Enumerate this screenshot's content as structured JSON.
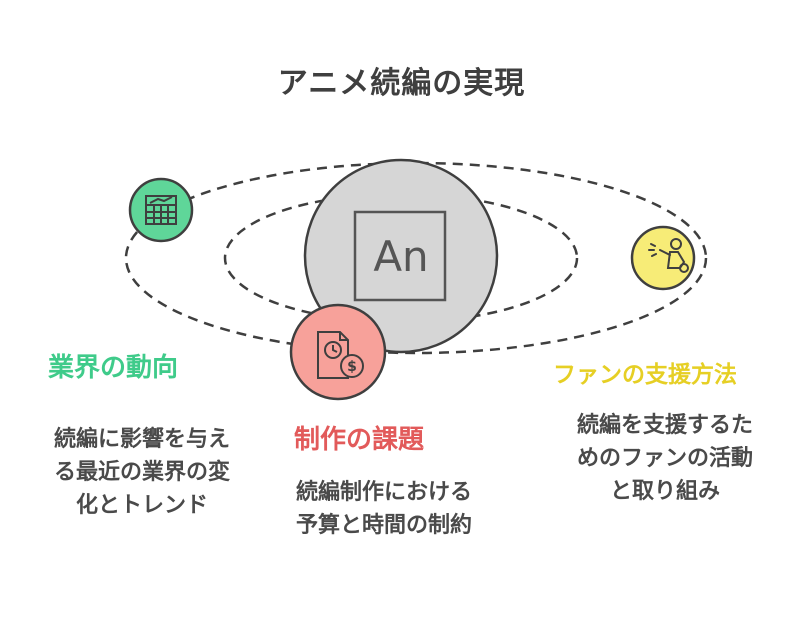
{
  "title": "アニメ続編の実現",
  "colors": {
    "green": "#3fcb8a",
    "red": "#e25a5a",
    "yellow": "#e6cf24",
    "green_fill": "#5fd699",
    "red_fill": "#f7a19a",
    "yellow_fill": "#f7ec77",
    "center_fill": "#d6d6d6",
    "stroke": "#3f3f3f"
  },
  "center": {
    "icon": "adobe-animate-an-icon",
    "label": "An"
  },
  "nodes": [
    {
      "id": "industry",
      "icon": "spreadsheet-chart-icon",
      "heading": "業界の動向",
      "description": "続編に影響を与え\nる最近の業界の変\n化とトレンド"
    },
    {
      "id": "challenges",
      "icon": "document-money-time-icon",
      "heading": "制作の課題",
      "description": "続編制作における\n予算と時間の制約"
    },
    {
      "id": "fans",
      "icon": "cheering-fan-icon",
      "heading": "ファンの支援方法",
      "description": "続編を支援するた\nめのファンの活動\nと取り組み"
    }
  ]
}
